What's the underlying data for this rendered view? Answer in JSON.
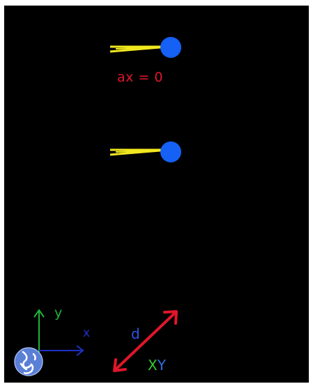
{
  "simulation": {
    "acceleration_label": "ax = 0"
  },
  "axes": {
    "y_label": "y",
    "x_label": "x"
  },
  "controls": {
    "drag_label": "d",
    "mode_x": "X",
    "mode_y": "Y"
  },
  "colors": {
    "background": "#000000",
    "pendulum_rod": "#f2e81f",
    "pendulum_bob": "#1560f5",
    "label_red": "#e0162b",
    "axis_green": "#1fb53a",
    "axis_blue": "#2030c8",
    "arrow_red": "#e0162b"
  },
  "icons": {
    "globe": "globe-icon",
    "resize": "resize-arrow-icon"
  }
}
